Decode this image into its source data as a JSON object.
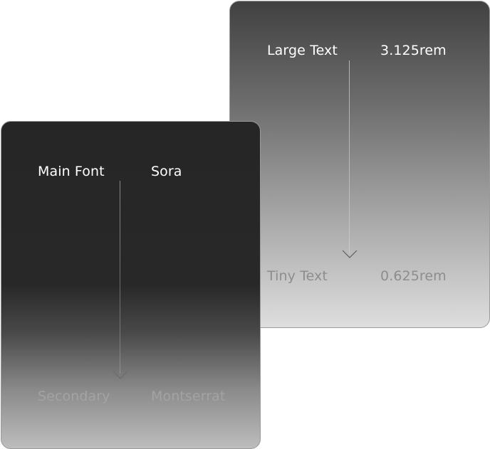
{
  "back_card": {
    "top_label": "Large Text",
    "top_value": "3.125rem",
    "bottom_label": "Tiny Text",
    "bottom_value": "0.625rem"
  },
  "front_card": {
    "top_label": "Main Font",
    "top_value": "Sora",
    "bottom_label": "Secondary",
    "bottom_value": "Montserrat"
  },
  "icons": {
    "back_arrow": "arrow-down-icon",
    "front_arrow": "arrow-down-icon"
  }
}
